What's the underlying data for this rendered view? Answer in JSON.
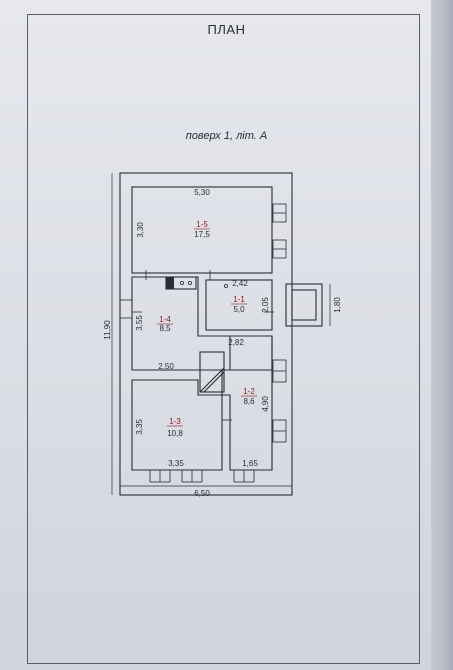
{
  "header": {
    "title": "ПЛАН"
  },
  "floor": {
    "label": "поверх 1, літ. А"
  },
  "rooms": [
    {
      "id": "1-5",
      "area": "17,5"
    },
    {
      "id": "1-4",
      "area": "8,5"
    },
    {
      "id": "1-1",
      "area": "5,0"
    },
    {
      "id": "1-2",
      "area": "8,6"
    },
    {
      "id": "1-3",
      "area": "10,8"
    }
  ],
  "dimensions": {
    "top_width": "5,30",
    "room15_height": "3,30",
    "room11_top": "2,42",
    "room11_height": "2,05",
    "porch": "1,80",
    "room14_height": "3,55",
    "room12_top": "2,82",
    "room14_bottom": "2,50",
    "room12_height": "4,90",
    "room13_height": "3,35",
    "room13_bottom": "3,35",
    "room12_bottom": "1,65",
    "total_width": "6,50",
    "total_height": "11,90"
  },
  "colors": {
    "room_label": "#8b1a1a",
    "lines": "#2a2d35"
  }
}
